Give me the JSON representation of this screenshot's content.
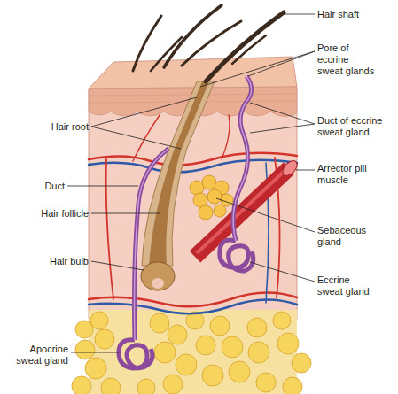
{
  "diagram": {
    "labels": [
      "Hair shaft",
      "Pore of eccrine sweat glands",
      "Hair root",
      "Duct of eccrine sweat gland",
      "Arrector pili muscle",
      "Duct",
      "Hair follicle",
      "Sebaceous gland",
      "Hair bulb",
      "Eccrine sweat gland",
      "Apocrine sweat gland"
    ]
  }
}
